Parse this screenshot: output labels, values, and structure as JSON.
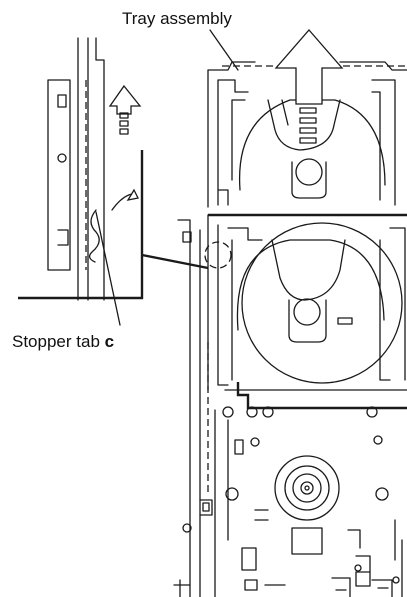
{
  "labels": {
    "tray_assembly": "Tray assembly",
    "stopper_tab": "Stopper tab ",
    "stopper_tab_letter": "c"
  },
  "colors": {
    "line": "#1a1a1a",
    "background": "#ffffff"
  },
  "icons": {
    "pull_direction": "up-arrow-icon",
    "push_direction": "curved-arrow-icon"
  }
}
